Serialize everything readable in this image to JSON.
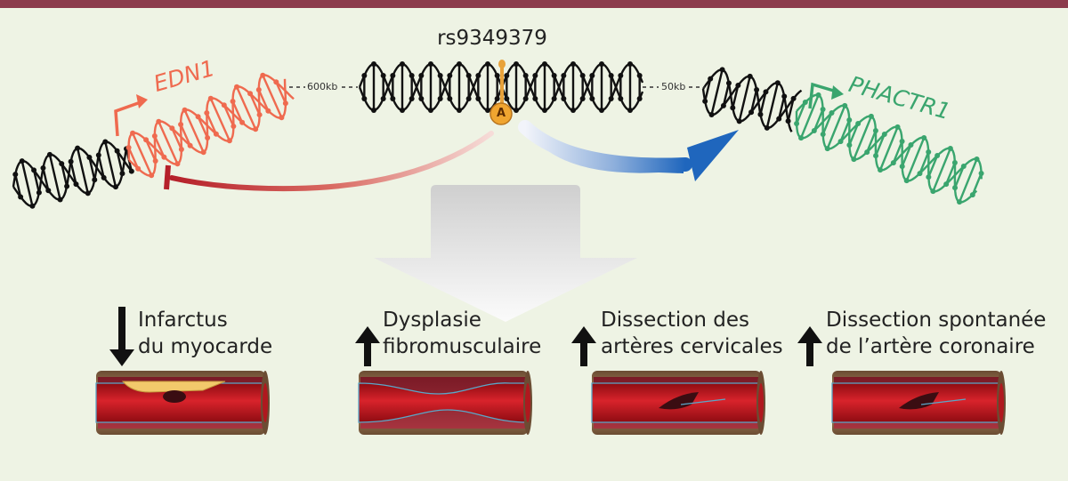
{
  "snp": {
    "name": "rs9349379",
    "allele": "A"
  },
  "genes": {
    "left": "EDN1",
    "right": "PHACTR1"
  },
  "distances": {
    "left": "600kb",
    "right": "50kb"
  },
  "diseases": [
    {
      "line1": "Infarctus",
      "line2": "du myocarde",
      "arrow": "down-arrow-icon"
    },
    {
      "line1": "Dysplasie",
      "line2": "fibromusculaire",
      "arrow": "up-arrow-icon"
    },
    {
      "line1": "Dissection des",
      "line2": "artères cervicales",
      "arrow": "up-arrow-icon"
    },
    {
      "line1": "Dissection spontanée",
      "line2": "de l’artère coronaire",
      "arrow": "up-arrow-icon"
    }
  ],
  "colors": {
    "top_bar": "#8c3b4c",
    "background": "#eef3e4",
    "edn1": "#ef6a4f",
    "phactr1": "#3aa56e",
    "dna": "#111111",
    "repress_arrow": "#c0262d",
    "activate_arrow": "#2a6fc0",
    "vessel_wall": "#8b6a4a",
    "vessel_lumen": "#c4141c"
  }
}
